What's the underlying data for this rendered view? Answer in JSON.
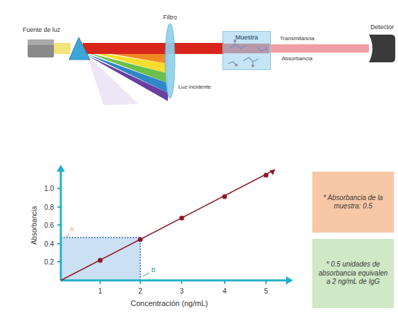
{
  "diagram": {
    "nodes": [
      {
        "text": [
          "Muestra"
        ]
      },
      {
        "text": [
          "* Absorbancia de la muestra: 0.5"
        ]
      },
      {
        "text": [
          "* 0.5 unidades de absorbancia equivalen a 2 ng/mL de IgG"
        ]
      }
    ],
    "labels": [
      "Fuente de luz",
      "Filtro",
      "Luz incidente",
      "Transmitancia",
      "Absorbancia",
      "Detector",
      "1.0",
      "0.8",
      "0.6",
      "0.4",
      "0.2",
      "1",
      "2",
      "3",
      "4",
      "5",
      "Absorbancia",
      "Concentración (ng/mL)",
      "A",
      "B"
    ]
  }
}
